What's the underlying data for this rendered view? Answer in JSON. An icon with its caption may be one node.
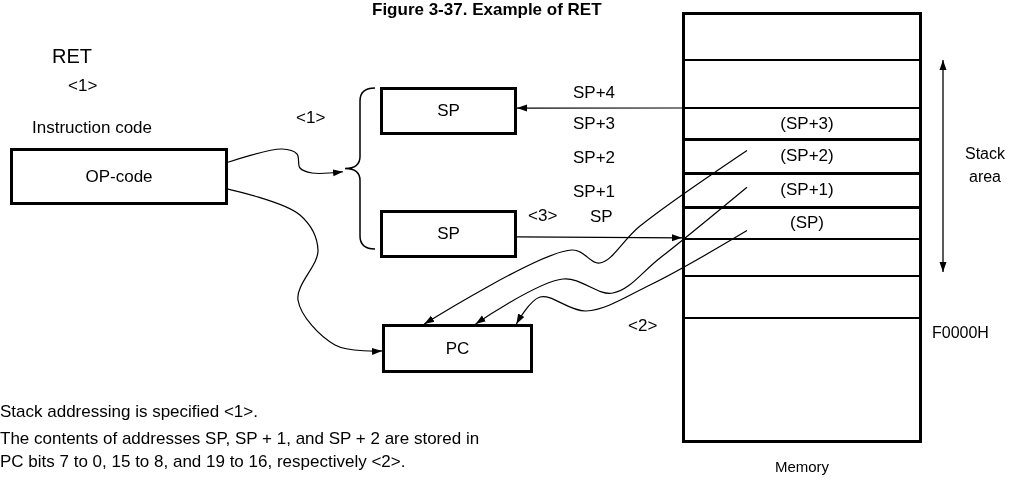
{
  "diagram": {
    "title": "Figure 3-37. Example of RET",
    "nodes": [
      {
        "text": [
          "Instruction code",
          "OP-code"
        ]
      },
      {
        "text": [],
        "shape": "brace"
      },
      {
        "text": [
          "SP"
        ]
      },
      {
        "text": [
          "SP"
        ]
      },
      {
        "text": [
          "PC"
        ]
      },
      {
        "text": [
          "Memory"
        ]
      },
      {
        "text": [
          "(SP+3)"
        ],
        "in": 5
      },
      {
        "text": [
          "(SP+2)"
        ],
        "in": 5
      },
      {
        "text": [
          "(SP+1)"
        ],
        "in": 5
      },
      {
        "text": [
          "(SP)"
        ],
        "in": 5
      }
    ],
    "edges": [
      {
        "from": 0,
        "to": 1,
        "arrow": "to"
      },
      {
        "from": 0,
        "to": 4,
        "arrow": "to"
      },
      {
        "from": 5,
        "to": 2,
        "arrow": "to"
      },
      {
        "from": 3,
        "to": 5,
        "arrow": "to"
      },
      {
        "from": 7,
        "to": 4,
        "arrow": "to"
      },
      {
        "from": 8,
        "to": 4,
        "arrow": "to"
      },
      {
        "from": 9,
        "to": 4,
        "arrow": "to"
      }
    ],
    "labels": [
      "RET",
      "<1>",
      "<1>",
      "SP+4",
      "SP+3",
      "SP+2",
      "Stack area",
      "SP+1",
      "<3>",
      "SP",
      "<2>",
      "F0000H",
      "Stack addressing is specified <1>.",
      "The contents of addresses SP, SP + 1, and SP + 2 are stored in PC bits 7 to 0, 15 to 8, and 19 to 16, respectively <2>."
    ]
  }
}
